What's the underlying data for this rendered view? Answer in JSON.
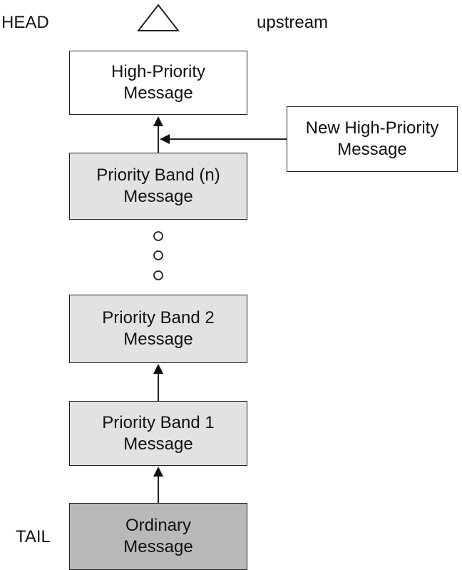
{
  "labels": {
    "head": "HEAD",
    "upstream": "upstream",
    "tail": "TAIL"
  },
  "boxes": {
    "high_priority": {
      "line1": "High-Priority",
      "line2": "Message"
    },
    "new_high_priority": {
      "line1": "New High-Priority",
      "line2": "Message"
    },
    "band_n": {
      "line1": "Priority Band (n)",
      "line2": "Message"
    },
    "band_2": {
      "line1": "Priority Band 2",
      "line2": "Message"
    },
    "band_1": {
      "line1": "Priority Band 1",
      "line2": "Message"
    },
    "ordinary": {
      "line1": "Ordinary",
      "line2": "Message"
    }
  },
  "colors": {
    "white_box": "#ffffff",
    "priority_band_box": "#e2e2e2",
    "ordinary_box": "#b9b9b9",
    "line": "#222222"
  }
}
